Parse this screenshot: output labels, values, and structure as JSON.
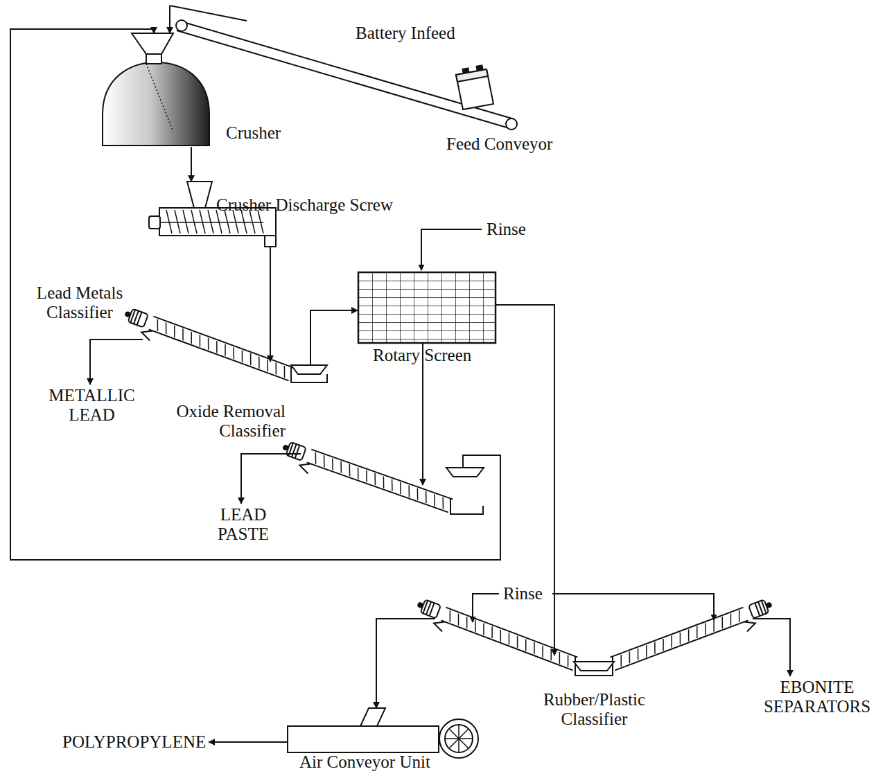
{
  "diagram": {
    "nodes": [
      {
        "text": [
          "Battery Infeed",
          "Feed Conveyor"
        ]
      },
      {
        "text": [
          "Crusher"
        ]
      },
      {
        "text": [
          "Crusher Discharge Screw"
        ]
      },
      {
        "text": [
          "Lead Metals Classifier"
        ]
      },
      {
        "text": [
          "METALLIC LEAD"
        ]
      },
      {
        "text": [
          "Rotary Screen"
        ]
      },
      {
        "text": [
          "Oxide Removal Classifier"
        ]
      },
      {
        "text": [
          "LEAD PASTE"
        ]
      },
      {
        "text": [
          "Rubber/Plastic Classifier"
        ]
      },
      {
        "text": [
          "EBONITE SEPARATORS"
        ]
      },
      {
        "text": [
          "Air Conveyor Unit"
        ]
      },
      {
        "text": [
          "POLYPROPYLENE"
        ]
      }
    ],
    "edges": [
      {
        "from": 0,
        "to": 1,
        "arrow": "to"
      },
      {
        "from": 1,
        "to": 2,
        "arrow": "to"
      },
      {
        "from": 2,
        "to": 3,
        "arrow": "to"
      },
      {
        "from": 3,
        "to": 4,
        "arrow": "to"
      },
      {
        "from": 3,
        "to": 5,
        "arrow": "to"
      },
      {
        "from": 5,
        "to": 6,
        "arrow": "to"
      },
      {
        "from": 5,
        "to": 8,
        "arrow": "to"
      },
      {
        "from": 6,
        "to": 7,
        "arrow": "to"
      },
      {
        "from": 6,
        "to": 1,
        "arrow": "to"
      },
      {
        "from": 8,
        "to": 10,
        "arrow": "to"
      },
      {
        "from": 8,
        "to": 9,
        "arrow": "to"
      },
      {
        "from": 10,
        "to": 11,
        "arrow": "to"
      }
    ],
    "labels": [
      "Rinse",
      "Rinse"
    ]
  }
}
